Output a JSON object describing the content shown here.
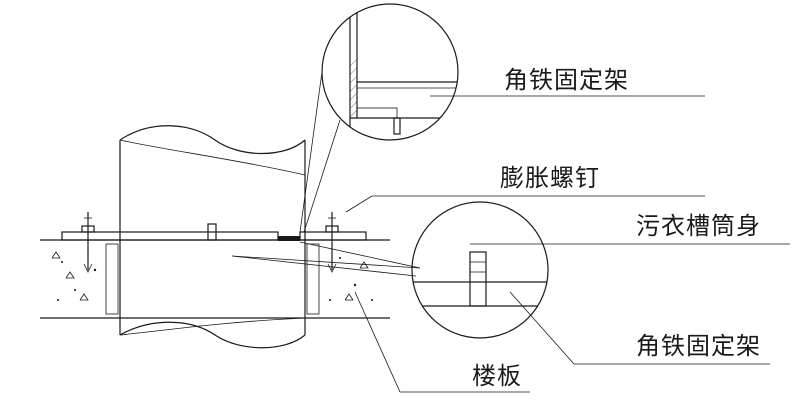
{
  "labels": {
    "bracket_top": "角铁固定架",
    "expansion_bolt": "膨胀螺钉",
    "drum_body": "污衣槽筒身",
    "bracket_bottom": "角铁固定架",
    "floor_slab": "楼板"
  }
}
